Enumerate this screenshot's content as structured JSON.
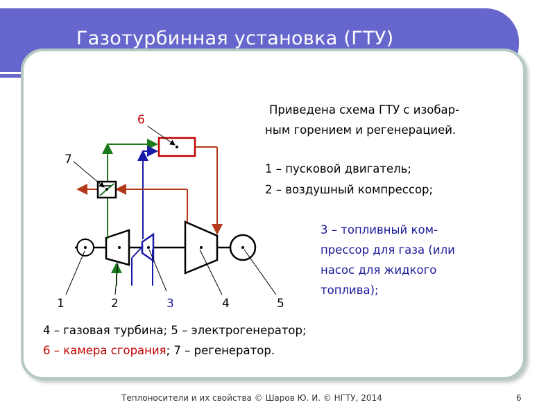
{
  "slide": {
    "title": "Газотурбинная установка (ГТУ)",
    "intro_line1": "Приведена схема ГТУ с изобар-",
    "intro_line2": "ным горением и регенерацией.",
    "item1": "1 – пусковой двигатель;",
    "item2": "2 – воздушный компрессор;",
    "item3_line1": "3 – топливный ком-",
    "item3_line2": "прессор для газа (или",
    "item3_line3": "насос для жидкого",
    "item3_line4": "топлива);",
    "item45": "4 – газовая турбина; 5 – электрогенератор;",
    "item6": "6 – камера сгорания",
    "item6_sep": "; 7 – регенератор.",
    "footer": "Теплоносители и их свойства © Шаров Ю. И. © НГТУ, 2014",
    "page_number": "6"
  },
  "diagram": {
    "labels": {
      "n1": "1",
      "n2": "2",
      "n3": "3",
      "n4": "4",
      "n5": "5",
      "n6": "6",
      "n7": "7"
    }
  },
  "colors": {
    "title_bar": "#6666cc",
    "frame_border": "#b5c8c2",
    "air_line": "#1b7a1b",
    "gas_line": "#b23a1a",
    "fuel_line": "#1a1aa8",
    "combustor": "#c00000"
  }
}
